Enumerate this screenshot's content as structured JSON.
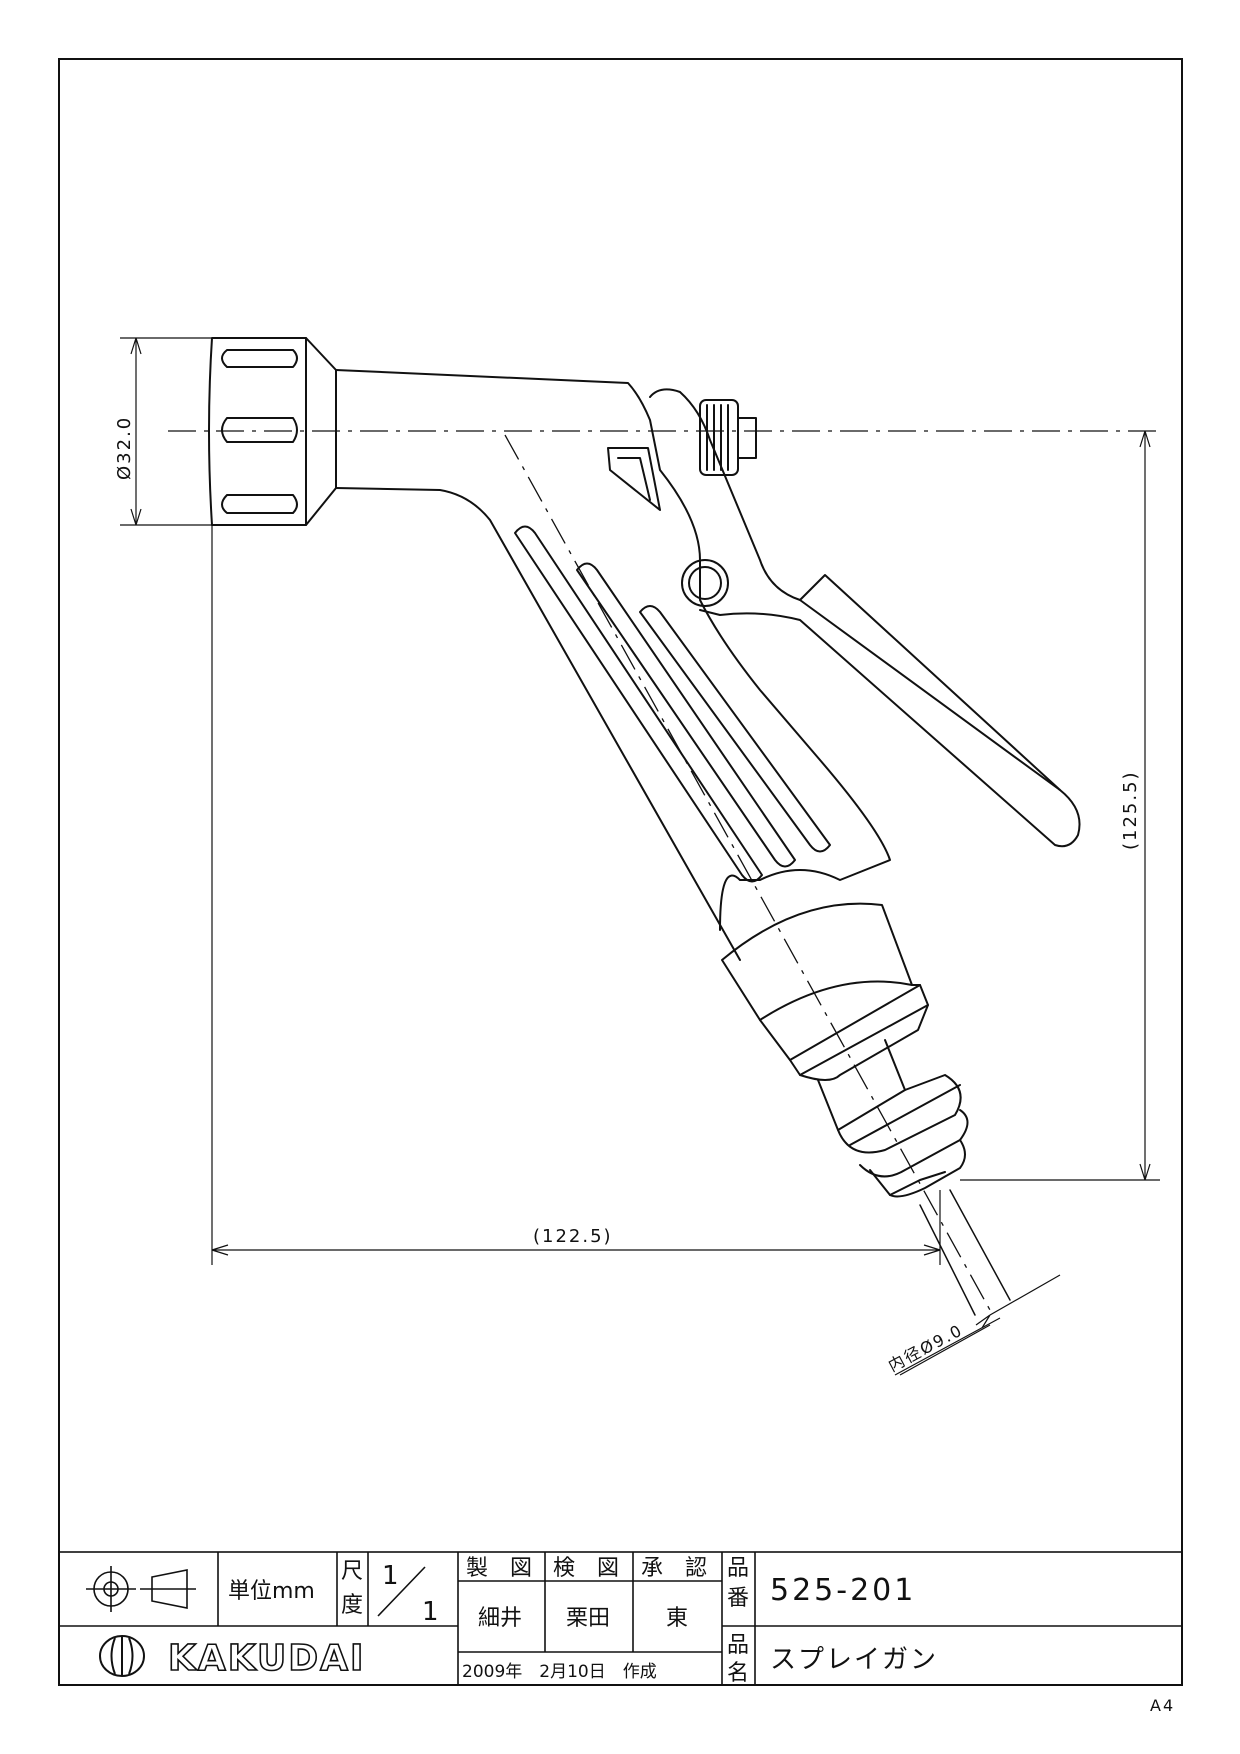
{
  "drawing": {
    "dimensions": {
      "diameter": "Ø32.0",
      "height": "(125.5)",
      "width": "(122.5)",
      "inner_diameter": "内径Ø9.0"
    }
  },
  "title_block": {
    "unit_label": "単位mm",
    "scale_label_1": "尺",
    "scale_label_2": "度",
    "scale_num": "1",
    "scale_den": "1",
    "drawn_by_header": "製　図",
    "checked_by_header": "検　図",
    "approved_by_header": "承　認",
    "drawn_by": "細井",
    "checked_by": "栗田",
    "approved_by": "東",
    "date": "2009年　2月10日　作成",
    "part_no_label_1": "品",
    "part_no_label_2": "番",
    "part_no": "525-201",
    "part_name_label_1": "品",
    "part_name_label_2": "名",
    "part_name": "スプレイガン",
    "company": "KAKUDAI"
  },
  "sheet_size": "A4",
  "icons": [
    "third-angle-projection-icon",
    "kakudai-logo-icon"
  ]
}
